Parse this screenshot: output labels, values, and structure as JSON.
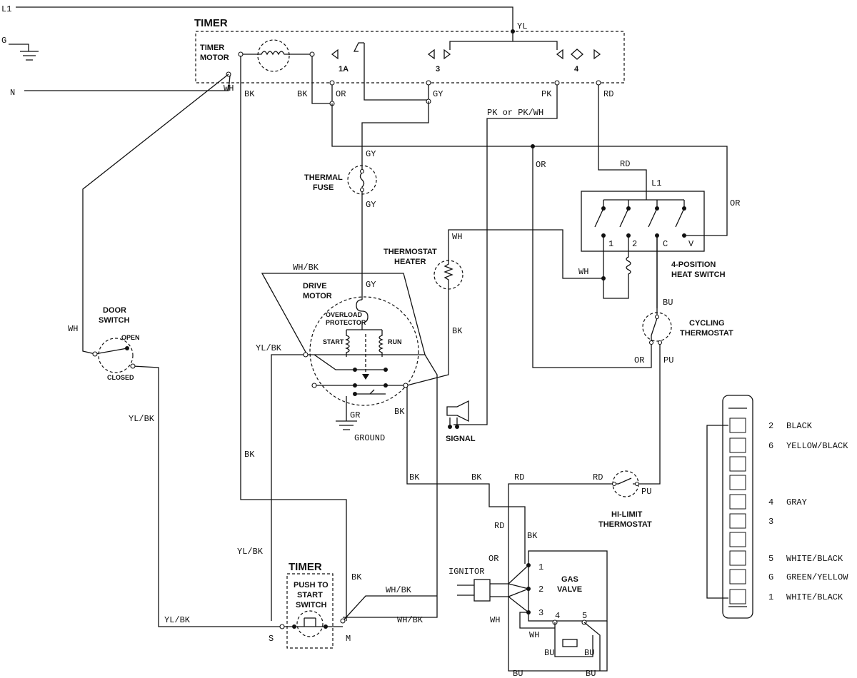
{
  "lines": {
    "l1": "L1",
    "g": "G",
    "n": "N"
  },
  "timer": {
    "title": "TIMER",
    "motor_line1": "TIMER",
    "motor_line2": "MOTOR",
    "contact_1a": "1A",
    "contact_3": "3",
    "contact_4": "4"
  },
  "wires": {
    "yl": "YL",
    "wh_n": "WH",
    "bk_motor": "BK",
    "bk_2": "BK",
    "or_1a": "OR",
    "gy_3": "GY",
    "pk_4": "PK",
    "rd_4": "RD",
    "pk_or_pkwh": "PK or PK/WH",
    "gy_upper": "GY",
    "gy_lower": "GY",
    "or_mid": "OR",
    "rd_l1": "RD",
    "or_right": "OR",
    "wh_therm": "WH",
    "wh_heat": "WH",
    "whbk_top": "WH/BK",
    "gy_motor": "GY",
    "bk_therm": "BK",
    "bu_cyc": "BU",
    "or_cyc": "OR",
    "pu_cyc": "PU",
    "wh_door": "WH",
    "ylbk_door": "YL/BK",
    "ylbk_motor": "YL/BK",
    "gr": "GR",
    "bk_motor_lower": "BK",
    "bk_left": "BK",
    "bk_signal": "BK",
    "bk_mid": "BK",
    "rd_mid": "RD",
    "rd_hilimit": "RD",
    "pu_hilimit": "PU",
    "rd_valve": "RD",
    "bk_valve": "BK",
    "or_ign": "OR",
    "wh_ign": "WH",
    "ylbk_lower": "YL/BK",
    "bk_lower": "BK",
    "whbk_push": "WH/BK",
    "ylbk_bottom": "YL/BK",
    "whbk_bottom": "WH/BK",
    "wh_valve": "WH",
    "bu_1": "BU",
    "bu_2": "BU",
    "bu_3": "BU",
    "bu_4": "BU"
  },
  "components": {
    "thermal_fuse_line1": "THERMAL",
    "thermal_fuse_line2": "FUSE",
    "therm_heater_line1": "THERMOSTAT",
    "therm_heater_line2": "HEATER",
    "drive_motor_line1": "DRIVE",
    "drive_motor_line2": "MOTOR",
    "overload_line1": "OVERLOAD",
    "overload_line2": "PROTECTOR",
    "start": "START",
    "run": "RUN",
    "ground": "GROUND",
    "signal": "SIGNAL",
    "door_switch_line1": "DOOR",
    "door_switch_line2": "SWITCH",
    "open": "OPEN",
    "closed": "CLOSED",
    "heat_switch_line1": "4-POSITION",
    "heat_switch_line2": "HEAT SWITCH",
    "heat_l1": "L1",
    "heat_1": "1",
    "heat_2": "2",
    "heat_c": "C",
    "heat_v": "V",
    "cycling_line1": "CYCLING",
    "cycling_line2": "THERMOSTAT",
    "hilimit_line1": "HI-LIMIT",
    "hilimit_line2": "THERMOSTAT",
    "timer2_title": "TIMER",
    "push_line1": "PUSH TO",
    "push_line2": "START",
    "push_line3": "SWITCH",
    "push_s": "S",
    "push_m": "M",
    "ignitor": "IGNITOR",
    "gas_line1": "GAS",
    "gas_line2": "VALVE",
    "gas_1": "1",
    "gas_2": "2",
    "gas_3": "3",
    "gas_4": "4",
    "gas_5": "5"
  },
  "connector": [
    {
      "pin": "2",
      "color": "BLACK"
    },
    {
      "pin": "6",
      "color": "YELLOW/BLACK"
    },
    {
      "pin": "4",
      "color": "GRAY"
    },
    {
      "pin": "3",
      "color": ""
    },
    {
      "pin": "5",
      "color": "WHITE/BLACK"
    },
    {
      "pin": "G",
      "color": "GREEN/YELLOW"
    },
    {
      "pin": "1",
      "color": "WHITE/BLACK"
    }
  ]
}
